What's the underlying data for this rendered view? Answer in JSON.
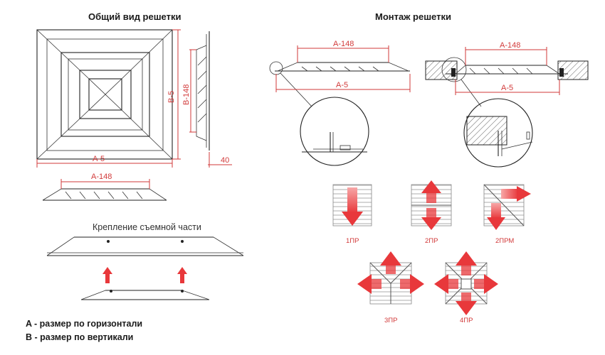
{
  "titles": {
    "general_view": "Общий вид решетки",
    "mounting": "Монтаж решетки",
    "fastening": "Крепление съемной части"
  },
  "dimensions": {
    "a_minus_5": "A-5",
    "b_minus_5": "B-5",
    "a_minus_148": "A-148",
    "b_minus_148": "B-148",
    "depth": "40"
  },
  "flow_types": [
    {
      "code": "1ПР"
    },
    {
      "code": "2ПР"
    },
    {
      "code": "2ПРМ"
    },
    {
      "code": "3ПР"
    },
    {
      "code": "4ПР"
    }
  ],
  "legend": {
    "a": "A - размер по горизонтали",
    "b": "B - размер по вертикали"
  },
  "colors": {
    "dimension": "#d23a3a",
    "arrow": "#e8383b",
    "ink": "#222222"
  }
}
